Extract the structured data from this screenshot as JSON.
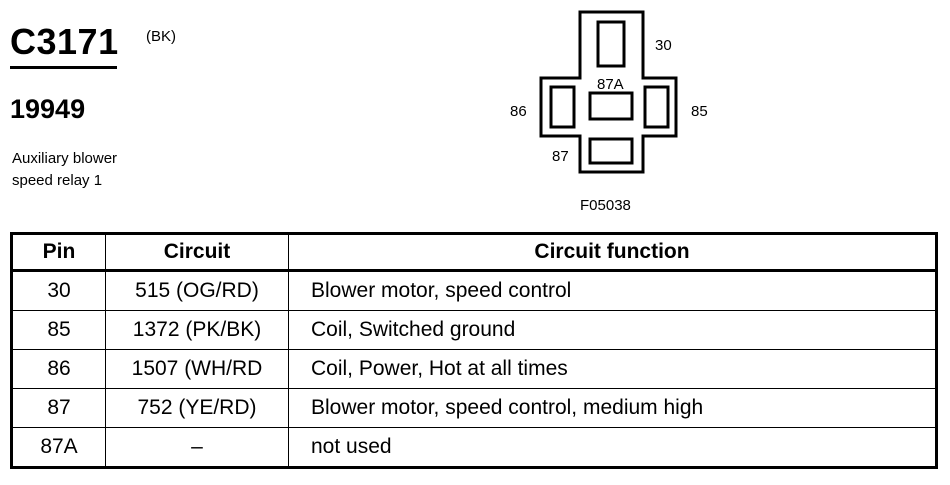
{
  "header": {
    "connector_id": "C3171",
    "color_code": "(BK)",
    "part_number": "19949",
    "description_line1": "Auxiliary blower",
    "description_line2": "speed relay 1"
  },
  "figure": {
    "pin_labels": {
      "p30": "30",
      "p87a": "87A",
      "p86": "86",
      "p85": "85",
      "p87": "87"
    },
    "figure_id": "F05038"
  },
  "table": {
    "headers": {
      "pin": "Pin",
      "circuit": "Circuit",
      "function": "Circuit function"
    },
    "rows": [
      {
        "pin": "30",
        "circuit": "515 (OG/RD)",
        "function": "Blower motor, speed control"
      },
      {
        "pin": "85",
        "circuit": "1372 (PK/BK)",
        "function": "Coil, Switched ground"
      },
      {
        "pin": "86",
        "circuit": "1507 (WH/RD",
        "function": "Coil, Power, Hot at all times"
      },
      {
        "pin": "87",
        "circuit": "752 (YE/RD)",
        "function": "Blower motor, speed control, medium high"
      },
      {
        "pin": "87A",
        "circuit": "–",
        "function": "not used"
      }
    ]
  }
}
